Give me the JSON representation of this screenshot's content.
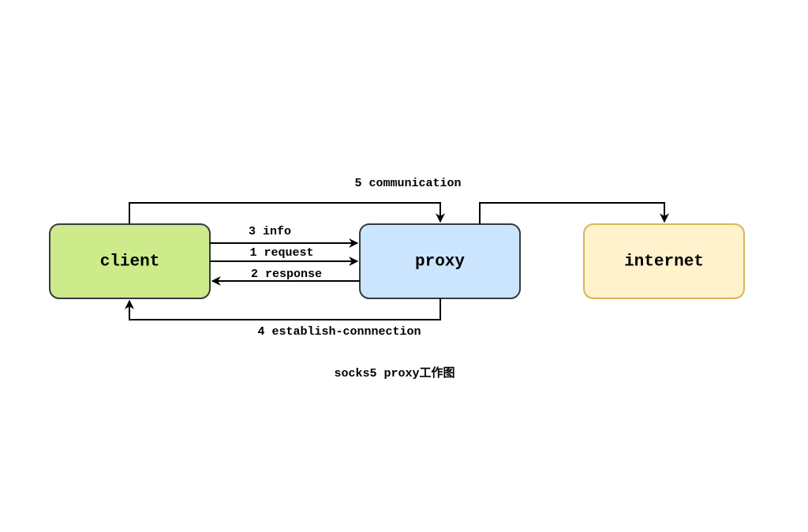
{
  "nodes": {
    "client": {
      "label": "client",
      "fill": "#cdeb8b",
      "stroke": "#36393d"
    },
    "proxy": {
      "label": "proxy",
      "fill": "#cce5ff",
      "stroke": "#36393d"
    },
    "internet": {
      "label": "internet",
      "fill": "#fff2cc",
      "stroke": "#d6b656"
    }
  },
  "edges": {
    "communication": "5 communication",
    "info": "3 info",
    "request": "1 request",
    "response": "2 response",
    "establish": "4 establish-connnection"
  },
  "caption": "socks5 proxy工作图"
}
